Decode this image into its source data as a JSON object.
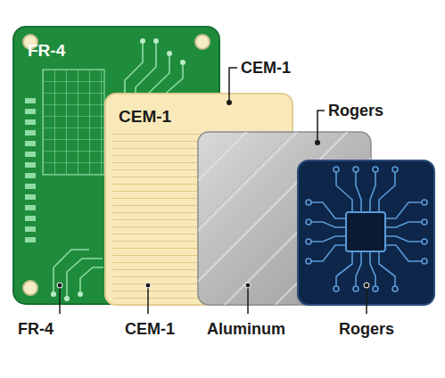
{
  "diagram": {
    "nodes": [
      {
        "text": [
          "FR-4"
        ]
      },
      {
        "text": [
          "CEM-1"
        ]
      }
    ],
    "labels": [
      "CEM-1",
      "Rogers",
      "FR-4",
      "CEM-1",
      "Aluminum",
      "Rogers"
    ]
  }
}
